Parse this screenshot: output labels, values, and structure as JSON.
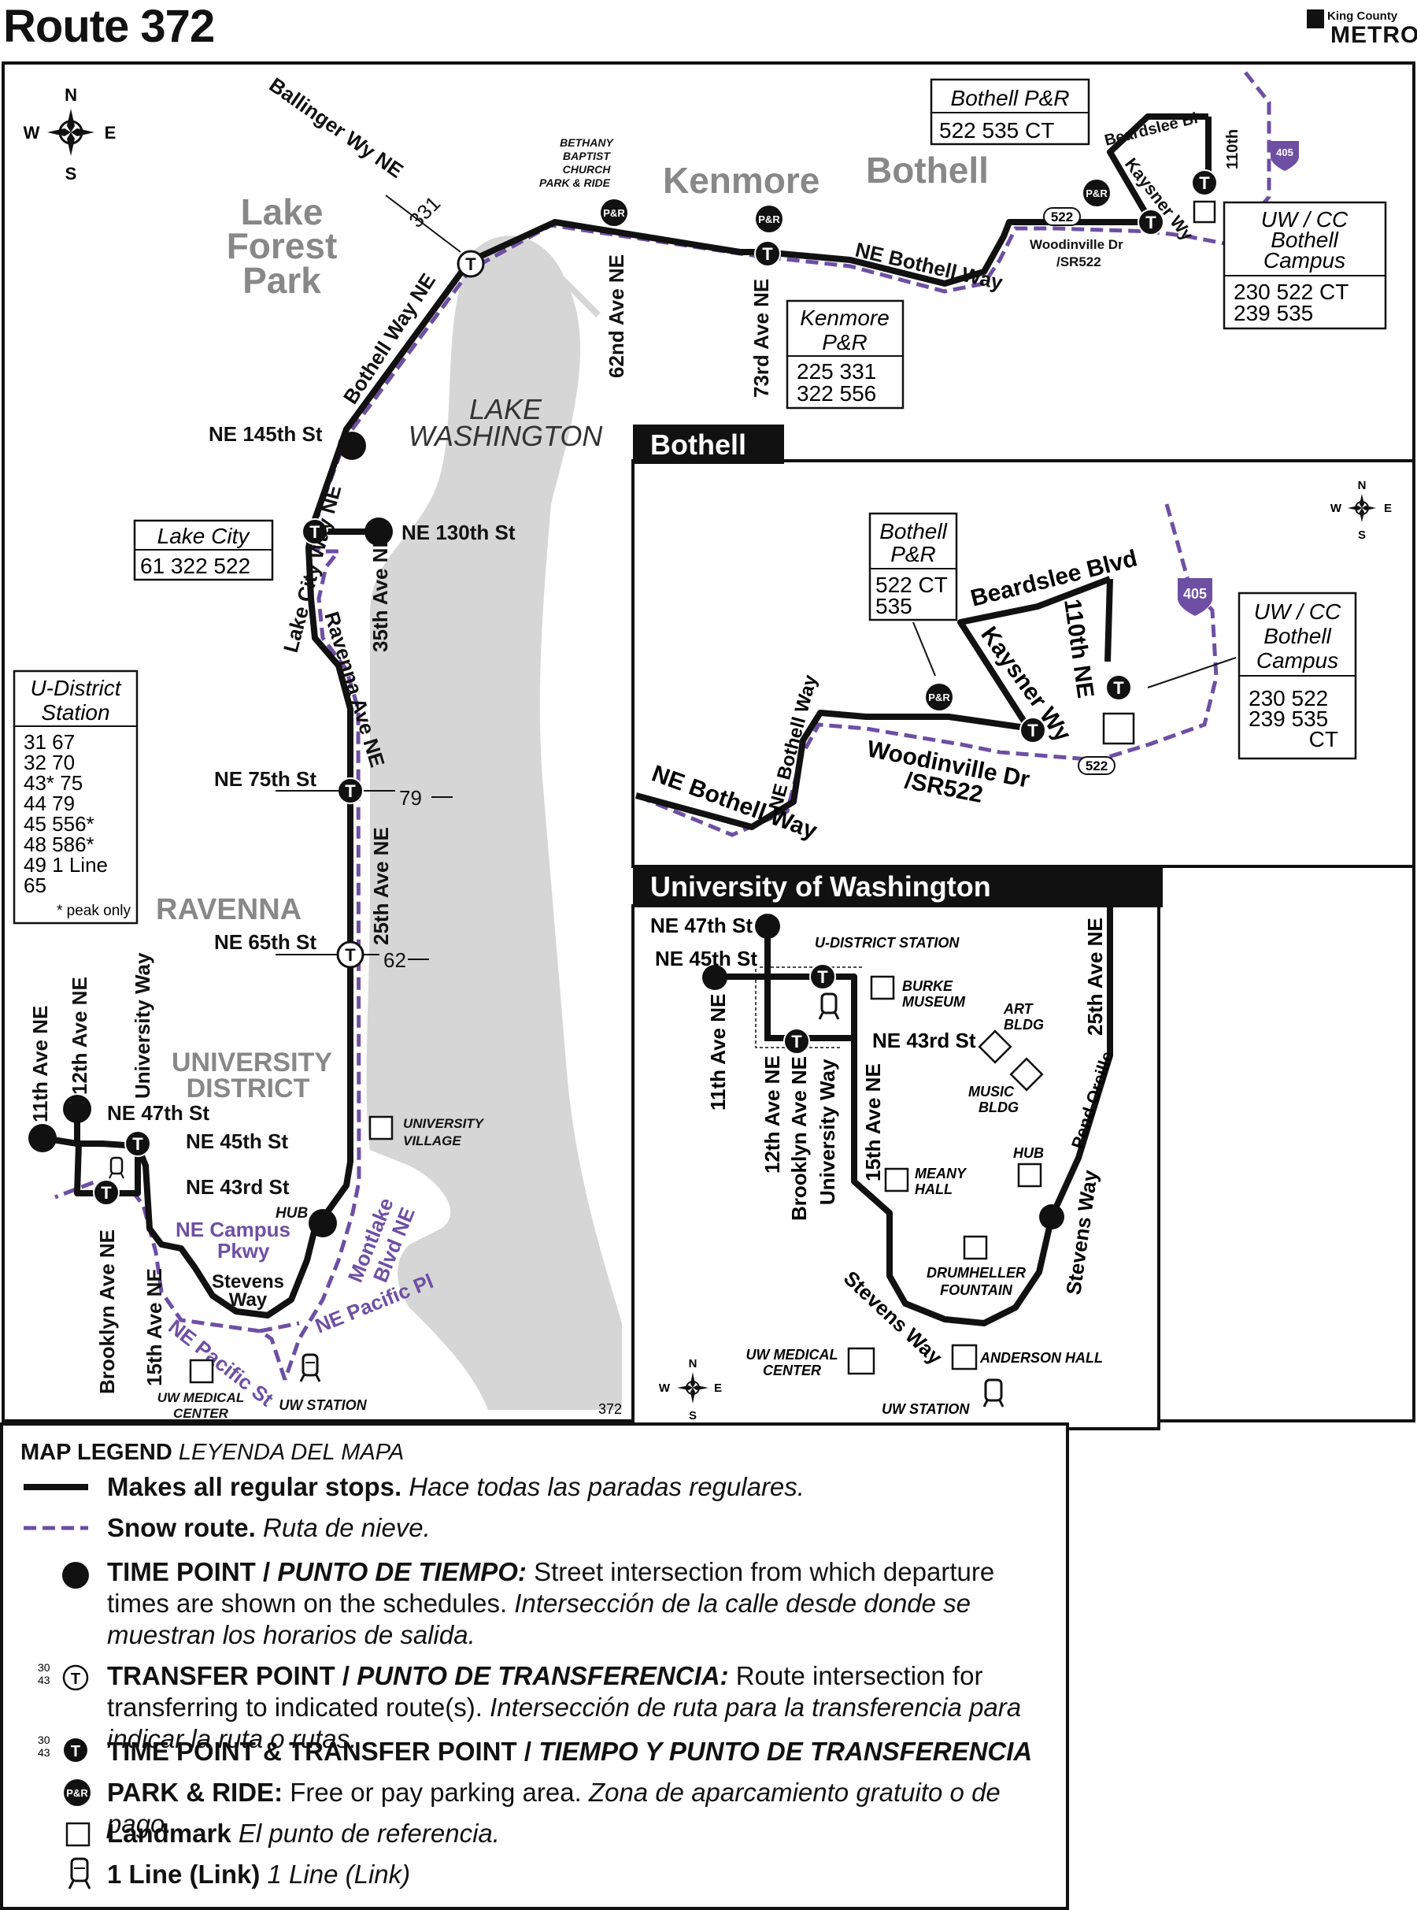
{
  "header": {
    "title": "Route 372",
    "brand_top": "King County",
    "brand_bottom": "METRO"
  },
  "main_map": {
    "areas": {
      "lake_forest_park": [
        "Lake",
        "Forest",
        "Park"
      ],
      "kenmore": "Kenmore",
      "bothell": "Bothell",
      "ravenna": "RAVENNA",
      "university_district": [
        "UNIVERSITY",
        "DISTRICT"
      ],
      "lake": [
        "LAKE",
        "WASHINGTON"
      ]
    },
    "streets": {
      "ballinger": "Ballinger Wy NE",
      "bothell_way_ne": "Bothell Way NE",
      "ne_bothell_way": "NE Bothell Way",
      "ave62": "62nd Ave NE",
      "ave73": "73rd Ave NE",
      "ne145": "NE 145th St",
      "ne130": "NE 130th St",
      "ave35": "35th Ave NE",
      "lake_city_way": "Lake City Way NE",
      "ravenna_ave": "Ravenna Ave NE",
      "ne75": "NE 75th St",
      "ave25": "25th Ave NE",
      "ne65": "NE 65th St",
      "ne47": "NE 47th St",
      "ne45": "NE 45th St",
      "ne43": "NE 43rd St",
      "ave11": "11th Ave NE",
      "ave12": "12th Ave NE",
      "univ_way": "University Way",
      "brooklyn": "Brooklyn Ave NE",
      "ave15": "15th Ave NE",
      "campus_pkwy": [
        "NE Campus",
        "Pkwy"
      ],
      "stevens_way": [
        "Stevens",
        "Way"
      ],
      "montlake": [
        "Montlake",
        "Blvd NE"
      ],
      "pacific_pl": "NE Pacific Pl",
      "pacific_st": "NE Pacific St",
      "woodinville": [
        "Woodinville Dr",
        "/SR522"
      ],
      "beardslee": "Beardslee Bl",
      "kaysner": "Kaysner Wy",
      "ave110": "110th"
    },
    "landmarks": {
      "bethany": [
        "BETHANY",
        "BAPTIST",
        "CHURCH",
        "PARK & RIDE"
      ],
      "hub": "HUB",
      "univ_village": [
        "UNIVERSITY",
        "VILLAGE"
      ],
      "uw_medical": [
        "UW MEDICAL",
        "CENTER"
      ],
      "uw_station": "UW STATION"
    },
    "transfers": {
      "t331": "331",
      "t79": "79",
      "t62": "62",
      "shield522": "522",
      "shield405": "405",
      "pr": "P&R",
      "t": "T"
    },
    "boxes": {
      "bothell_pr": {
        "title": "Bothell P&R",
        "routes": "522  535   CT"
      },
      "kenmore_pr": {
        "title": [
          "Kenmore",
          "P&R"
        ],
        "routes": [
          "225  331",
          "322  556"
        ]
      },
      "uwcc": {
        "title": [
          "UW / CC",
          "Bothell",
          "Campus"
        ],
        "routes": [
          "230   522   CT",
          "239   535"
        ]
      },
      "lake_city": {
        "title": "Lake City",
        "routes": "61  322  522"
      },
      "udistrict": {
        "title": [
          "U-District",
          "Station"
        ],
        "routes": [
          "31   67",
          "32   70",
          "43* 75",
          "44   79",
          "45   556*",
          "48   586*",
          "49   1 Line",
          "65"
        ],
        "note": "* peak only"
      }
    },
    "map_id": "372"
  },
  "bothell_inset": {
    "title": "Bothell",
    "streets": {
      "beardslee": "Beardslee Blvd",
      "ave110": "110th NE",
      "kaysner": "Kaysner Wy",
      "woodinville": [
        "Woodinville Dr",
        "/SR522"
      ],
      "ne_bothell_way": "NE Bothell Way"
    },
    "bothell_pr": {
      "title": [
        "Bothell",
        "P&R"
      ],
      "routes": [
        "522  CT",
        "535"
      ]
    },
    "uwcc": {
      "title": [
        "UW / CC",
        "Bothell",
        "Campus"
      ],
      "routes": [
        "230  522",
        "239  535",
        "CT"
      ]
    }
  },
  "uw_inset": {
    "title": "University of Washington",
    "streets": {
      "ne47": "NE 47th St",
      "ne45": "NE 45th St",
      "ne43": "NE 43rd St",
      "ave11": "11th Ave NE",
      "ave12": "12th Ave NE",
      "brooklyn": "Brooklyn Ave NE",
      "univ_way": "University Way",
      "ave15": "15th Ave NE",
      "ave25": "25th Ave NE",
      "pend_oreille": "Pend Oreille",
      "stevens_way": "Stevens Way",
      "stevens_way2": "Stevens Way"
    },
    "landmarks": {
      "udist_station": "U-DISTRICT STATION",
      "burke": [
        "BURKE",
        "MUSEUM"
      ],
      "art": [
        "ART",
        "BLDG"
      ],
      "music": [
        "MUSIC",
        "BLDG"
      ],
      "hub": "HUB",
      "meany": [
        "MEANY",
        "HALL"
      ],
      "drumheller": [
        "DRUMHELLER",
        "FOUNTAIN"
      ],
      "uw_medical": [
        "UW MEDICAL",
        "CENTER"
      ],
      "anderson": "ANDERSON HALL",
      "uw_station": "UW STATION"
    }
  },
  "compass": {
    "n": "N",
    "s": "S",
    "e": "E",
    "w": "W"
  },
  "legend": {
    "title": "MAP LEGEND",
    "title_es": "LEYENDA DEL MAPA",
    "items": [
      {
        "bold": "Makes all regular stops.",
        "rest": "",
        "es": "Hace todas las paradas regulares."
      },
      {
        "bold": "Snow route.",
        "rest": "",
        "es": "Ruta de nieve."
      },
      {
        "bold": "TIME POINT / ",
        "bold_es": "PUNTO DE TIEMPO:",
        "rest": "Street intersection from which departure times are shown on the schedules.",
        "es": "Intersección de la calle desde donde se muestran los horarios de salida."
      },
      {
        "bold": "TRANSFER POINT / ",
        "bold_es": "PUNTO DE TRANSFERENCIA:",
        "rest": "Route intersection for transferring to indicated route(s).",
        "es": "Intersección de ruta para la transferencia para indicar la ruta o rutas."
      },
      {
        "bold": "TIME POINT & TRANSFER POINT / ",
        "bold_es": "TIEMPO Y PUNTO DE TRANSFERENCIA",
        "rest": "",
        "es": ""
      },
      {
        "bold": "PARK & RIDE:",
        "rest": "Free or pay parking area.",
        "es": "Zona de aparcamiento gratuito o de pago."
      },
      {
        "bold": "Landmark",
        "rest": "",
        "es": "El punto de referencia."
      },
      {
        "bold": "1 Line (Link)",
        "rest": "",
        "es": "1 Line (Link)"
      }
    ],
    "sym_nums": [
      "30",
      "43"
    ]
  },
  "colors": {
    "route": "#111111",
    "snow": "#6e4fa3",
    "water": "#d6d6d6"
  }
}
